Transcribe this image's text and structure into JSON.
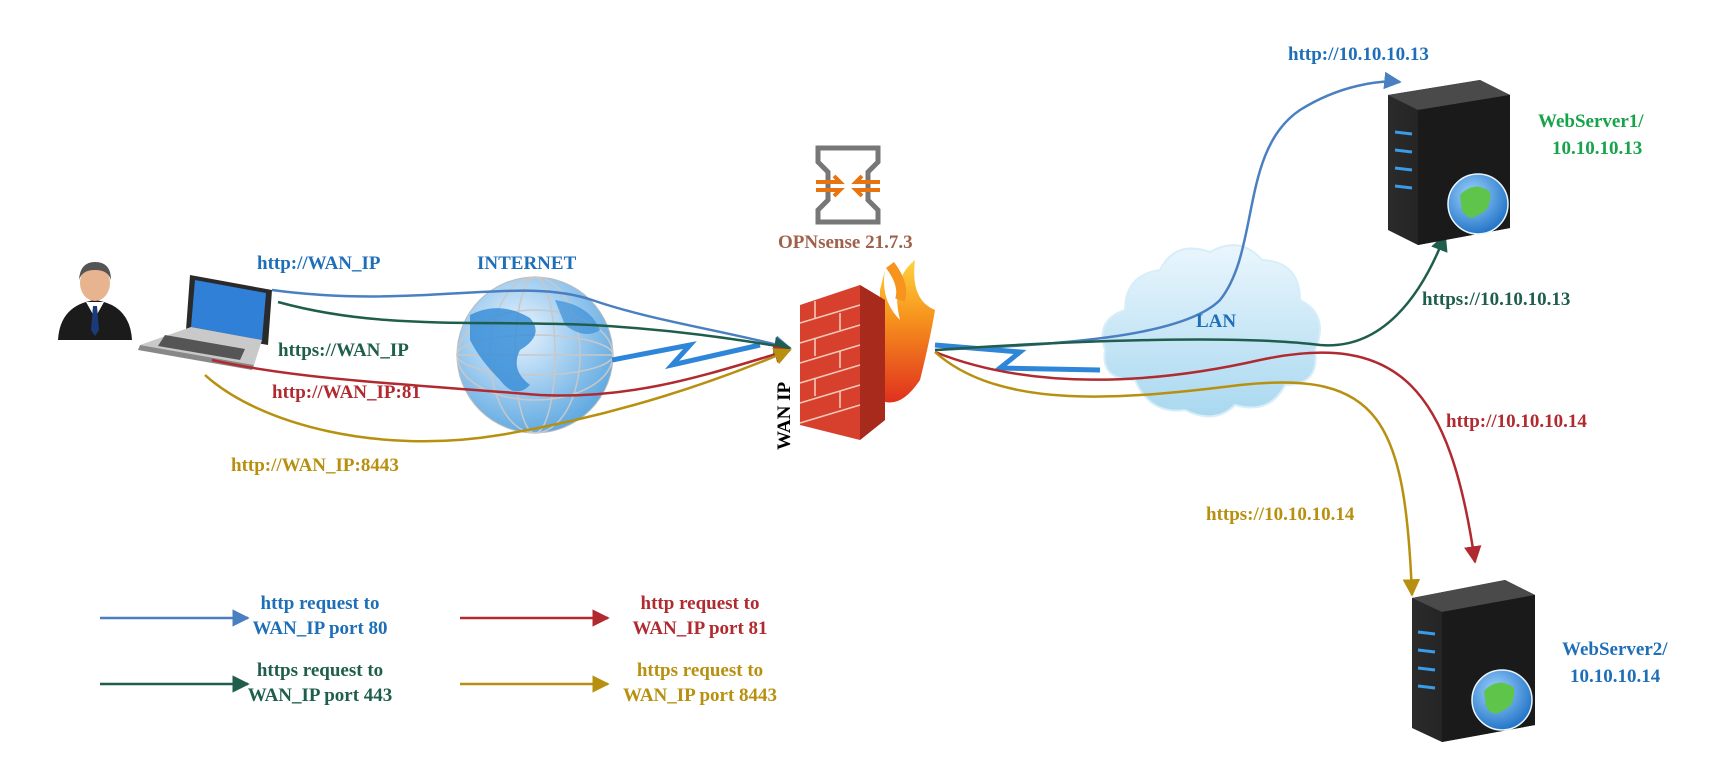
{
  "colors": {
    "blue": "#4a7fc1",
    "green": "#1f5e4c",
    "red": "#b02a30",
    "gold": "#b8900f",
    "label_blue": "#1e6fb8",
    "label_green_server": "#17a34a",
    "firewall_title": "#a0614a"
  },
  "diagram": {
    "internet_label": "INTERNET",
    "firewall_label": "OPNsense 21.7.3",
    "wan_ip_label": "WAN IP",
    "lan_label": "LAN",
    "client_requests": {
      "http": "http://WAN_IP",
      "https": "https://WAN_IP",
      "http81": "http://WAN_IP:81",
      "https8443": "http://WAN_IP:8443"
    },
    "server1": {
      "name": "WebServer1/",
      "ip": "10.10.10.13",
      "http_url": "http://10.10.10.13",
      "https_url": "https://10.10.10.13"
    },
    "server2": {
      "name": "WebServer2/",
      "ip": "10.10.10.14",
      "http_url": "http://10.10.10.14",
      "https_url": "https://10.10.10.14"
    },
    "icons": [
      "user-icon",
      "laptop-icon",
      "globe-icon",
      "opnsense-logo-icon",
      "firewall-icon",
      "cloud-icon",
      "server-icon"
    ]
  },
  "legend": [
    {
      "line1": "http request to",
      "line2": "WAN_IP port 80",
      "color": "blue"
    },
    {
      "line1": "http request to",
      "line2": "WAN_IP port 81",
      "color": "red"
    },
    {
      "line1": "https request to",
      "line2": "WAN_IP port 443",
      "color": "green"
    },
    {
      "line1": "https request to",
      "line2": "WAN_IP port 8443",
      "color": "gold"
    }
  ]
}
